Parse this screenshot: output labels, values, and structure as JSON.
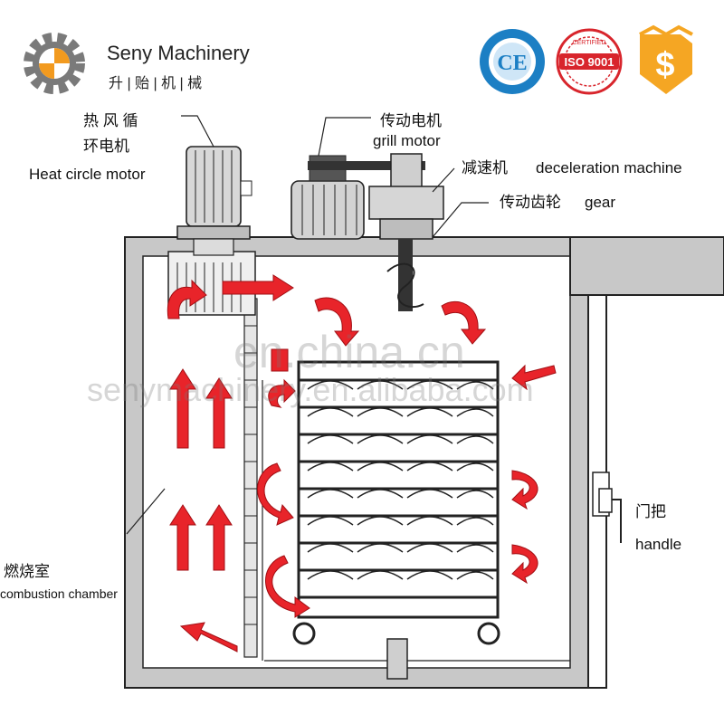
{
  "header": {
    "brand_name": "Seny Machinery",
    "brand_cn": "升 | 贻 | 机 | 械",
    "badges": {
      "ce": "CE",
      "iso": "ISO 9001",
      "iso_ring": "CERTIFIED",
      "price_icon": "dollar-shield-icon"
    }
  },
  "labels": {
    "heat_motor_cn_1": "热 风 循",
    "heat_motor_cn_2": "环电机",
    "heat_motor_en": "Heat circle motor",
    "grill_motor_cn": "传动电机",
    "grill_motor_en": "grill motor",
    "decel_cn": "减速机",
    "decel_en": "deceleration machine",
    "gear_cn": "传动齿轮",
    "gear_en": "gear",
    "handle_cn": "门把",
    "handle_en": "handle",
    "combustion_cn": "燃烧室",
    "combustion_en": "combustion chamber"
  },
  "watermarks": {
    "line1": "en.china.cn",
    "line2": "senymachinery.en.alibaba.com"
  },
  "colors": {
    "arrow": "#e8242a",
    "wall": "#c8c8c8",
    "outline": "#222222",
    "gear_orange": "#f29a1f",
    "gear_grey": "#7a7a7a",
    "badge_blue": "#1c7fc4",
    "badge_red": "#d8252c",
    "badge_gold": "#f5a623"
  }
}
